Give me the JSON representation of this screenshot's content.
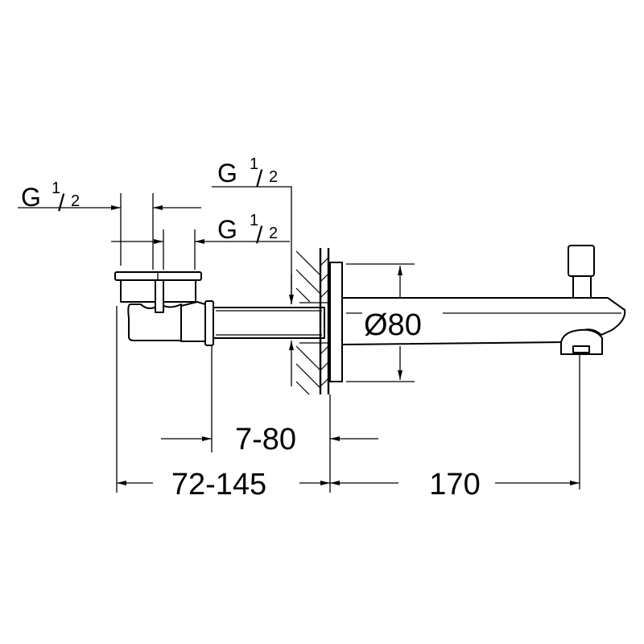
{
  "title": "Bath spout dimension drawing",
  "labels": {
    "thread_left": {
      "g": "G",
      "num": "1",
      "den": "2"
    },
    "thread_top": {
      "g": "G",
      "num": "1",
      "den": "2"
    },
    "thread_mid": {
      "g": "G",
      "num": "1",
      "den": "2"
    },
    "diameter": "Ø80",
    "wall_thickness": "7-80",
    "mount_depth": "72-145",
    "projection": "170"
  },
  "colors": {
    "line": "#000000",
    "background": "#ffffff"
  }
}
